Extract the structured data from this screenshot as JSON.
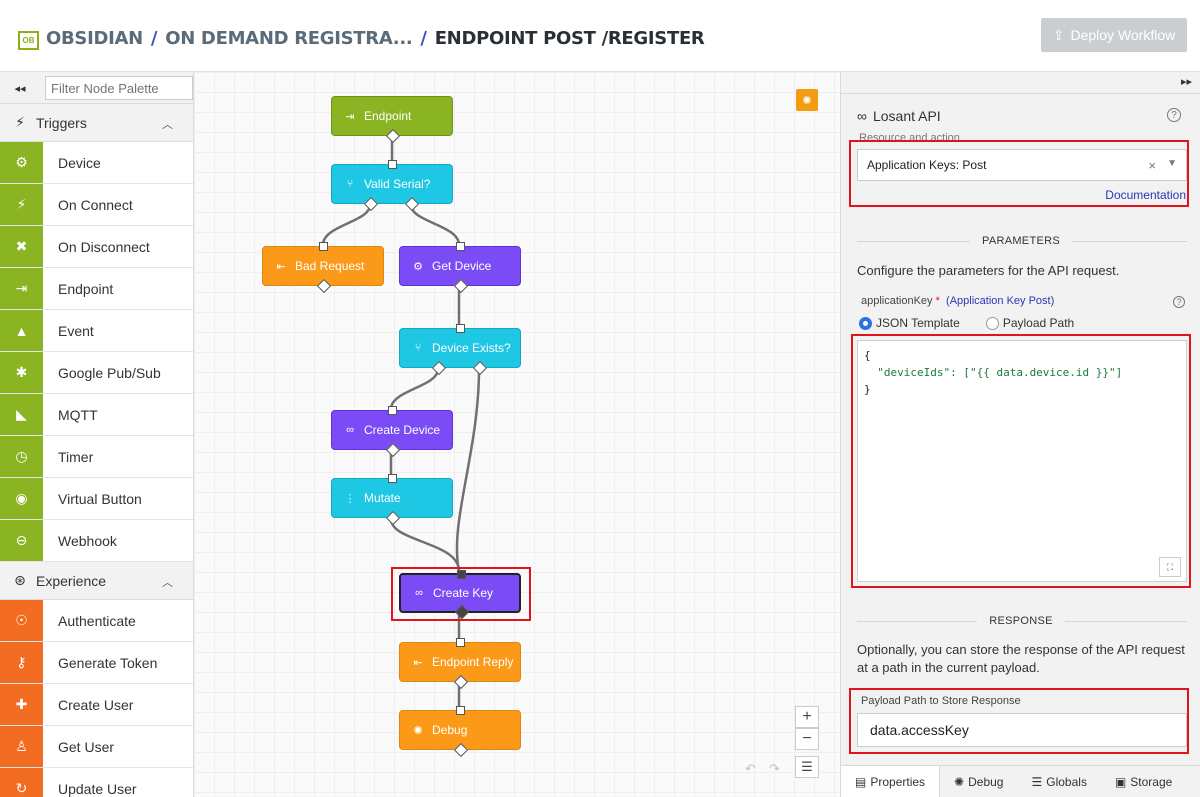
{
  "header": {
    "logo_text": "OB",
    "crumbs": [
      "OBSIDIAN",
      "ON DEMAND REGISTRA...",
      "ENDPOINT POST /REGISTER"
    ],
    "separator": "/",
    "deploy_icon": "upload-icon",
    "deploy_label": "Deploy Workflow"
  },
  "palette": {
    "collapse_icon": "double-chevron-left-icon",
    "filter_placeholder": "Filter Node Palette",
    "sections": [
      {
        "title": "Triggers",
        "icon": "bolt-icon",
        "color": "#8ab421",
        "items": [
          {
            "label": "Device",
            "icon": "chip-icon",
            "glyph": "⚙"
          },
          {
            "label": "On Connect",
            "icon": "plug-icon",
            "glyph": "⚡"
          },
          {
            "label": "On Disconnect",
            "icon": "unplug-icon",
            "glyph": "✖"
          },
          {
            "label": "Endpoint",
            "icon": "endpoint-icon",
            "glyph": "⇥"
          },
          {
            "label": "Event",
            "icon": "warning-icon",
            "glyph": "▲"
          },
          {
            "label": "Google Pub/Sub",
            "icon": "google-pubsub-icon",
            "glyph": "✱"
          },
          {
            "label": "MQTT",
            "icon": "rss-icon",
            "glyph": "◣"
          },
          {
            "label": "Timer",
            "icon": "stopwatch-icon",
            "glyph": "◷"
          },
          {
            "label": "Virtual Button",
            "icon": "radio-button-icon",
            "glyph": "◉"
          },
          {
            "label": "Webhook",
            "icon": "link-icon",
            "glyph": "⊖"
          }
        ]
      },
      {
        "title": "Experience",
        "icon": "experience-icon",
        "color": "#f26d21",
        "items": [
          {
            "label": "Authenticate",
            "icon": "fingerprint-icon",
            "glyph": "☉"
          },
          {
            "label": "Generate Token",
            "icon": "key-icon",
            "glyph": "⚷"
          },
          {
            "label": "Create User",
            "icon": "add-user-icon",
            "glyph": "✚"
          },
          {
            "label": "Get User",
            "icon": "walking-user-icon",
            "glyph": "♙"
          },
          {
            "label": "Update User",
            "icon": "refresh-icon",
            "glyph": "↻"
          }
        ]
      }
    ]
  },
  "canvas": {
    "debug_toggle_icon": "bug-icon",
    "zoom_in": "+",
    "zoom_out": "−",
    "menu_icon": "hamburger-icon",
    "undo": "↶",
    "redo": "↷",
    "nodes": [
      {
        "id": "endpoint",
        "label": "Endpoint",
        "icon": "endpoint-icon",
        "glyph": "⇥",
        "color": "green"
      },
      {
        "id": "valid-serial",
        "label": "Valid Serial?",
        "icon": "branch-icon",
        "glyph": "⑂",
        "color": "cyan"
      },
      {
        "id": "bad-request",
        "label": "Bad Request",
        "icon": "reply-icon",
        "glyph": "⇤",
        "color": "orange"
      },
      {
        "id": "get-device",
        "label": "Get Device",
        "icon": "chip-icon",
        "glyph": "⚙",
        "color": "purple"
      },
      {
        "id": "device-exists",
        "label": "Device Exists?",
        "icon": "branch-icon",
        "glyph": "⑂",
        "color": "cyan"
      },
      {
        "id": "create-device",
        "label": "Create Device",
        "icon": "losant-api-icon",
        "glyph": "∞",
        "color": "purple"
      },
      {
        "id": "mutate",
        "label": "Mutate",
        "icon": "mutate-icon",
        "glyph": "⋮",
        "color": "cyan"
      },
      {
        "id": "create-key",
        "label": "Create Key",
        "icon": "losant-api-icon",
        "glyph": "∞",
        "color": "purple"
      },
      {
        "id": "endpoint-reply",
        "label": "Endpoint Reply",
        "icon": "reply-icon",
        "glyph": "⇤",
        "color": "orange"
      },
      {
        "id": "debug",
        "label": "Debug",
        "icon": "bug-icon",
        "glyph": "✺",
        "color": "orange"
      }
    ]
  },
  "panel": {
    "expand_icon": "double-chevron-right-icon",
    "title": "Losant API",
    "title_icon": "losant-api-icon",
    "ghost_label": "Resource and action",
    "resource_action_value": "Application Keys: Post",
    "documentation_link": "Documentation",
    "parameters_heading": "PARAMETERS",
    "parameters_desc": "Configure the parameters for the API request.",
    "param_name": "applicationKey",
    "param_required_mark": "*",
    "param_link": "(Application Key Post)",
    "radio_json": "JSON Template",
    "radio_payload": "Payload Path",
    "code_lines": [
      "{",
      "  \"deviceIds\": [\"{{ data.device.id }}\"]",
      "}"
    ],
    "response_heading": "RESPONSE",
    "response_desc": "Optionally, you can store the response of the API request at a path in the current payload.",
    "store_label": "Payload Path to Store Response",
    "store_value": "data.accessKey",
    "tabs": [
      {
        "label": "Properties",
        "icon": "sliders-icon",
        "glyph": "▤"
      },
      {
        "label": "Debug",
        "icon": "bug-icon",
        "glyph": "✺"
      },
      {
        "label": "Globals",
        "icon": "list-icon",
        "glyph": "☰"
      },
      {
        "label": "Storage",
        "icon": "storage-icon",
        "glyph": "▣"
      }
    ]
  }
}
